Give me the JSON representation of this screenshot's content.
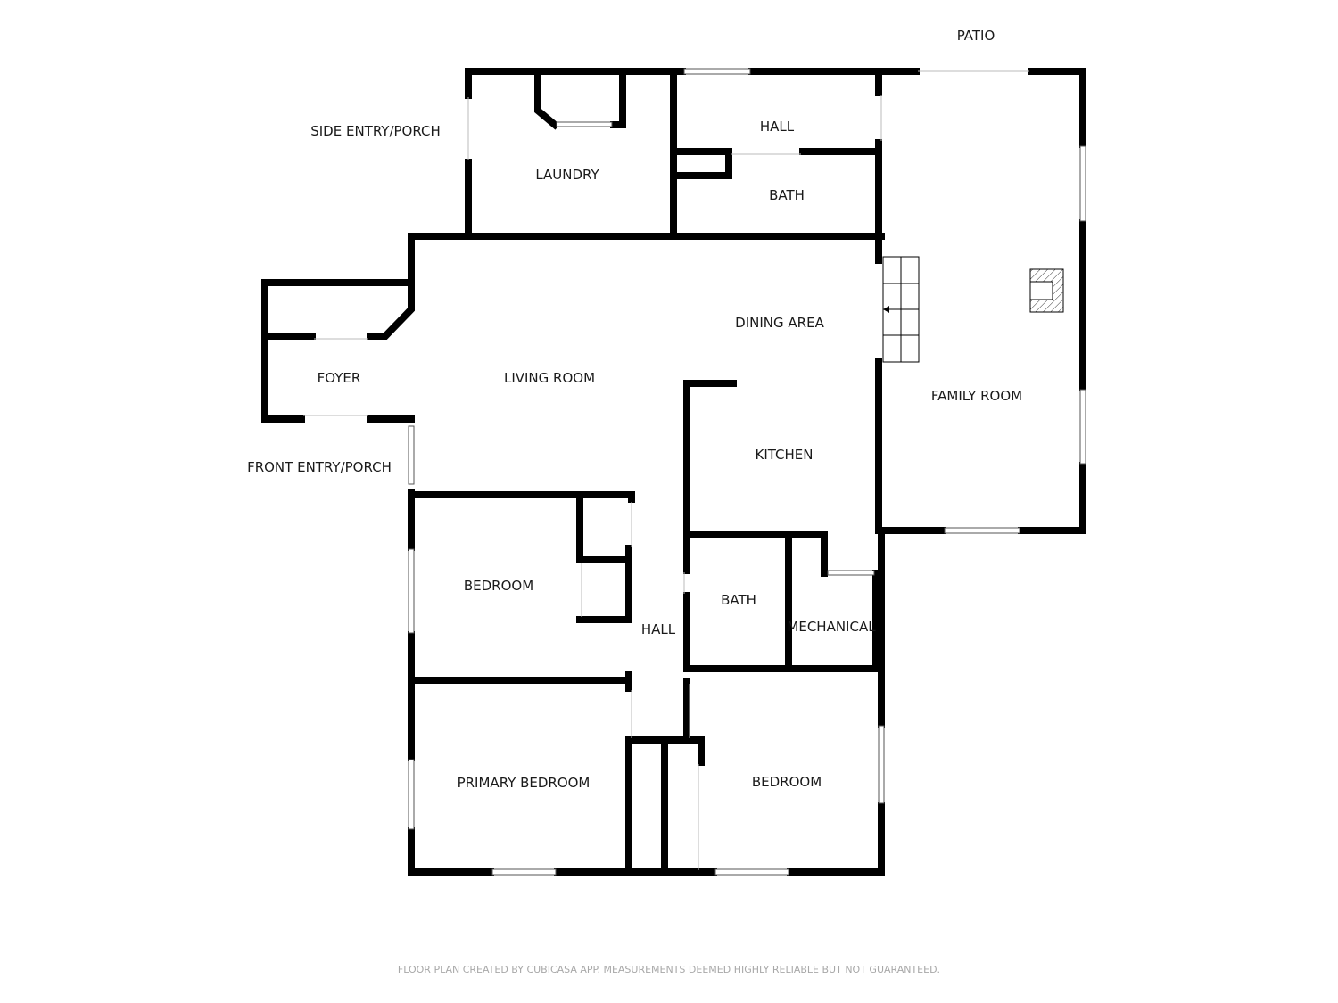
{
  "labels": {
    "patio": "PATIO",
    "side_entry": "SIDE ENTRY/PORCH",
    "laundry": "LAUNDRY",
    "hall_top": "HALL",
    "bath_top": "BATH",
    "dining_area": "DINING AREA",
    "foyer": "FOYER",
    "living_room": "LIVING ROOM",
    "family_room": "FAMILY ROOM",
    "front_entry": "FRONT ENTRY/PORCH",
    "kitchen": "KITCHEN",
    "bedroom_left": "BEDROOM",
    "bath_mid": "BATH",
    "mechanical": "MECHANICAL",
    "hall_mid": "HALL",
    "primary_bedroom": "PRIMARY BEDROOM",
    "bedroom_right": "BEDROOM"
  },
  "footer": "FLOOR PLAN CREATED BY CUBICASA APP. MEASUREMENTS DEEMED HIGHLY RELIABLE BUT NOT GUARANTEED.",
  "colors": {
    "wall": "#000000",
    "background": "#ffffff",
    "footer_text": "#a8a8a8"
  }
}
